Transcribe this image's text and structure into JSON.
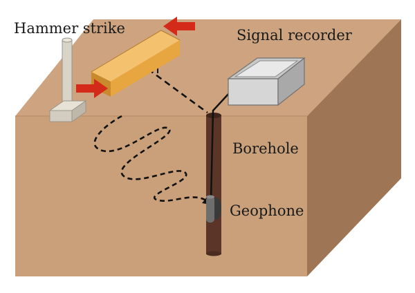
{
  "labels": {
    "hammer_strike": "Hammer strike",
    "signal_recorder": "Signal recorder",
    "borehole": "Borehole",
    "geophone": "Geophone"
  },
  "colors": {
    "soil_top": "#cda47f",
    "soil_front": "#c9a07a",
    "soil_side": "#9e7656",
    "beam_front": "#e8a640",
    "beam_top": "#f4c26e",
    "beam_end": "#c98a2c",
    "arrow_red": "#d42a1a",
    "hammer_gray": "#d8d4c8",
    "recorder_gray": "#d3d3d3",
    "borehole_brown": "#5a3528",
    "geophone_gray": "#6e6e6e"
  }
}
